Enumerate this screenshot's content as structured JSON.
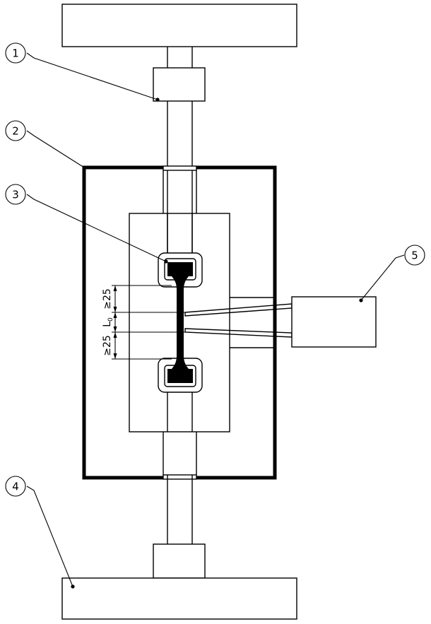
{
  "callouts": [
    {
      "id": "1",
      "label": "1"
    },
    {
      "id": "2",
      "label": "2"
    },
    {
      "id": "3",
      "label": "3"
    },
    {
      "id": "4",
      "label": "4"
    },
    {
      "id": "5",
      "label": "5"
    }
  ],
  "dimensions": {
    "upper": "≥25",
    "gauge_main": "L",
    "gauge_sub": "0",
    "lower": "≥25"
  }
}
